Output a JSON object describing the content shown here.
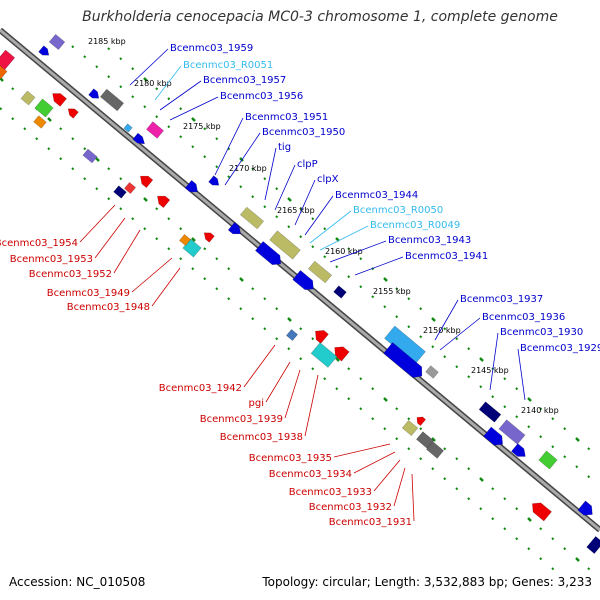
{
  "title": "Burkholderia cenocepacia MC0-3 chromosome 1, complete genome",
  "accession": "Accession: NC_010508",
  "summary": "Topology: circular; Length: 3,532,883 bp; Genes: 3,233",
  "colors": {
    "forward": "#0000cc",
    "reverse": "#cc0000",
    "rna": "#33bbee",
    "backbone": "#888888",
    "ticks": "#118811"
  },
  "kbp_labels": [
    "2185 kbp",
    "2180 kbp",
    "2175 kbp",
    "2170 kbp",
    "2165 kbp",
    "2160 kbp",
    "2155 kbp",
    "2150 kbp",
    "2145 kbp",
    "2140 kbp"
  ],
  "right_labels": [
    {
      "text": "Bcenmc03_1959",
      "type": "gene"
    },
    {
      "text": "Bcenmc03_R0051",
      "type": "rna"
    },
    {
      "text": "Bcenmc03_1957",
      "type": "gene"
    },
    {
      "text": "Bcenmc03_1956",
      "type": "gene"
    },
    {
      "text": "Bcenmc03_1951",
      "type": "gene"
    },
    {
      "text": "Bcenmc03_1950",
      "type": "gene"
    },
    {
      "text": "tig",
      "type": "gene"
    },
    {
      "text": "clpP",
      "type": "gene"
    },
    {
      "text": "clpX",
      "type": "gene"
    },
    {
      "text": "Bcenmc03_1944",
      "type": "gene"
    },
    {
      "text": "Bcenmc03_R0050",
      "type": "rna"
    },
    {
      "text": "Bcenmc03_R0049",
      "type": "rna"
    },
    {
      "text": "Bcenmc03_1943",
      "type": "gene"
    },
    {
      "text": "Bcenmc03_1941",
      "type": "gene"
    },
    {
      "text": "Bcenmc03_1937",
      "type": "gene"
    },
    {
      "text": "Bcenmc03_1936",
      "type": "gene"
    },
    {
      "text": "Bcenmc03_1930",
      "type": "gene"
    },
    {
      "text": "Bcenmc03_1929",
      "type": "gene"
    }
  ],
  "left_labels": [
    "Bcenmc03_1954",
    "Bcenmc03_1953",
    "Bcenmc03_1952",
    "Bcenmc03_1949",
    "Bcenmc03_1948",
    "Bcenmc03_1942",
    "pgi",
    "Bcenmc03_1939",
    "Bcenmc03_1938",
    "Bcenmc03_1935",
    "Bcenmc03_1934",
    "Bcenmc03_1933",
    "Bcenmc03_1932",
    "Bcenmc03_1931"
  ]
}
